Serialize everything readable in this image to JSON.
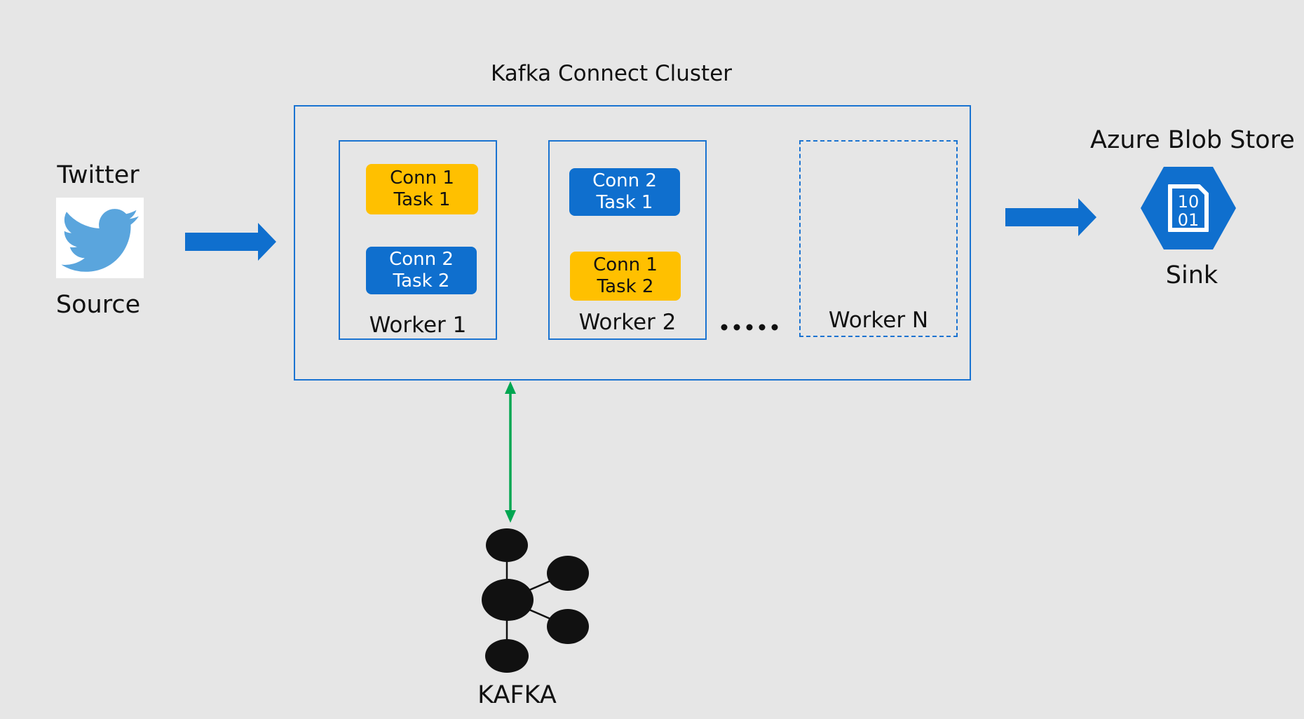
{
  "cluster": {
    "title": "Kafka Connect Cluster",
    "workers": [
      {
        "label": "Worker 1",
        "tasks": [
          {
            "conn": "Conn 1",
            "task": "Task 1",
            "color": "#ffc000"
          },
          {
            "conn": "Conn 2",
            "task": "Task 2",
            "color": "#0f6fce"
          }
        ]
      },
      {
        "label": "Worker 2",
        "tasks": [
          {
            "conn": "Conn 2",
            "task": "Task 1",
            "color": "#0f6fce"
          },
          {
            "conn": "Conn 1",
            "task": "Task 2",
            "color": "#ffc000"
          }
        ]
      },
      {
        "label": "Worker N",
        "style": "dashed",
        "tasks": []
      }
    ],
    "ellipsis_icon": "ellipsis-dots"
  },
  "source": {
    "title": "Twitter",
    "label": "Source",
    "icon": "twitter-bird"
  },
  "sink": {
    "title": "Azure Blob Store",
    "label": "Sink",
    "icon": "azure-blob-hexagon",
    "icon_text": [
      "10",
      "01"
    ]
  },
  "kafka": {
    "label": "KAFKA",
    "icon": "kafka-cluster-nodes"
  },
  "colors": {
    "background": "#e6e6e6",
    "border_blue": "#1a73d1",
    "arrow_blue": "#0f6fce",
    "task_yellow": "#ffc000",
    "task_blue": "#0f6fce",
    "link_green": "#00a651",
    "azure_blue": "#0f6fce"
  }
}
